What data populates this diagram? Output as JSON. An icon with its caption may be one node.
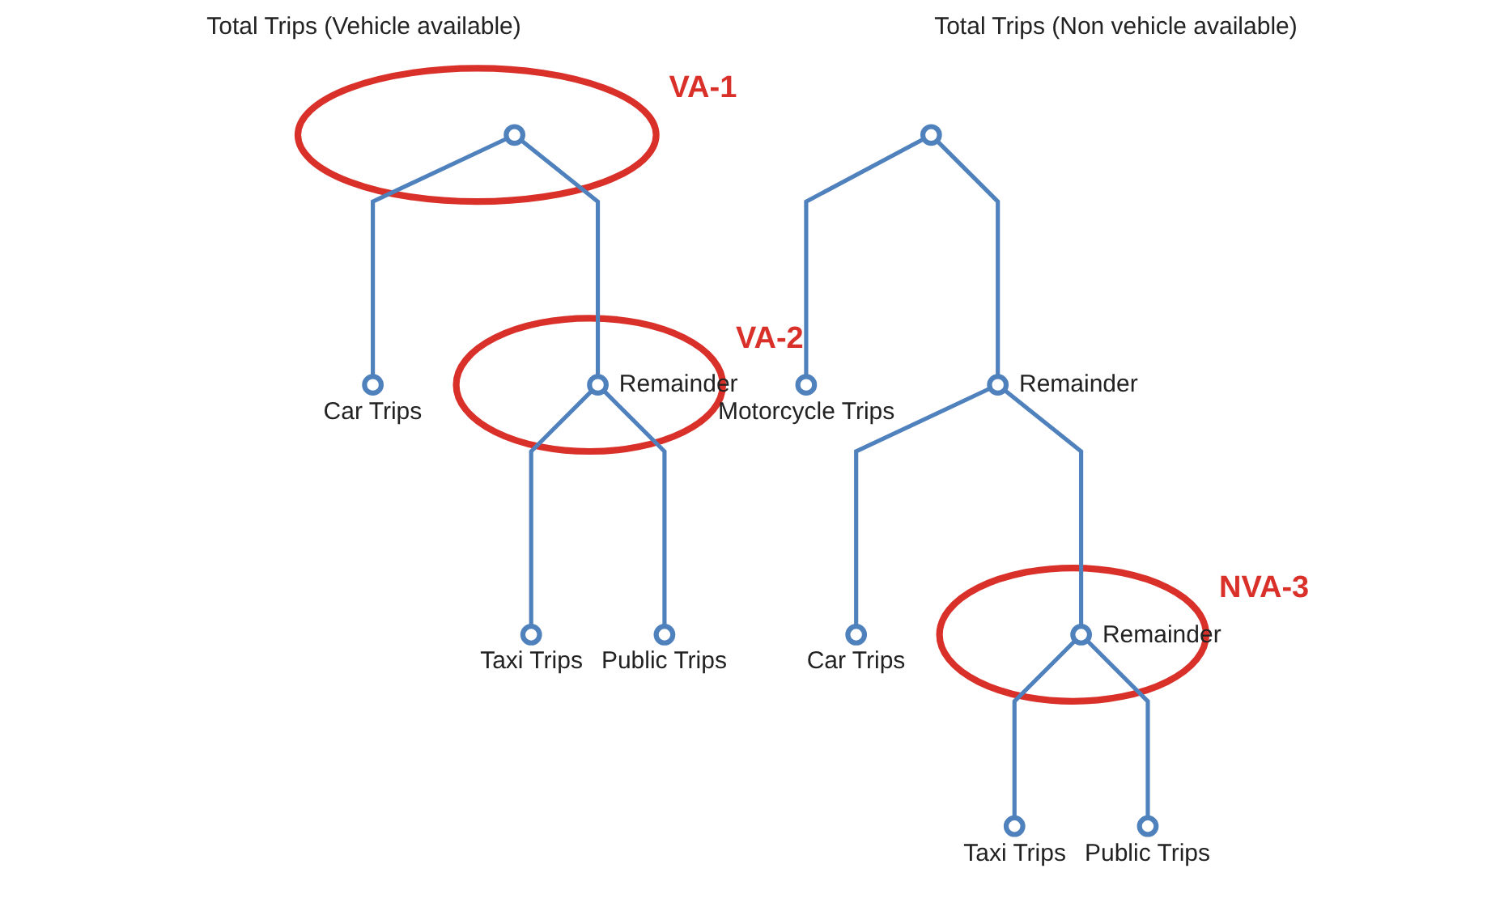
{
  "diagram": {
    "nodes": [
      {
        "text": [],
        "shape": "ellipse",
        "beside": [
          "VA-1"
        ]
      },
      {
        "text": [],
        "shape": "circle",
        "in": 0
      },
      {
        "text": [],
        "shape": "circle",
        "beside": [
          "Car Trips"
        ]
      },
      {
        "text": [],
        "shape": "ellipse",
        "beside": [
          "VA-2"
        ]
      },
      {
        "text": [],
        "shape": "circle",
        "in": 3,
        "beside": [
          "Remainder"
        ]
      },
      {
        "text": [],
        "shape": "circle",
        "beside": [
          "Taxi Trips"
        ]
      },
      {
        "text": [],
        "shape": "circle",
        "beside": [
          "Public Trips"
        ]
      },
      {
        "text": [],
        "shape": "circle"
      },
      {
        "text": [],
        "shape": "circle",
        "beside": [
          "Motorcycle Trips"
        ]
      },
      {
        "text": [],
        "shape": "circle",
        "beside": [
          "Remainder"
        ]
      },
      {
        "text": [],
        "shape": "circle",
        "beside": [
          "Car Trips"
        ]
      },
      {
        "text": [],
        "shape": "ellipse",
        "beside": [
          "NVA-3"
        ]
      },
      {
        "text": [],
        "shape": "circle",
        "in": 11,
        "beside": [
          "Remainder"
        ]
      },
      {
        "text": [],
        "shape": "circle",
        "beside": [
          "Taxi Trips"
        ]
      },
      {
        "text": [],
        "shape": "circle",
        "beside": [
          "Public Trips"
        ]
      }
    ],
    "edges": [
      {
        "from": 1,
        "to": 2,
        "arrow": "none"
      },
      {
        "from": 1,
        "to": 4,
        "arrow": "none"
      },
      {
        "from": 4,
        "to": 5,
        "arrow": "none"
      },
      {
        "from": 4,
        "to": 6,
        "arrow": "none"
      },
      {
        "from": 7,
        "to": 8,
        "arrow": "none"
      },
      {
        "from": 7,
        "to": 9,
        "arrow": "none"
      },
      {
        "from": 9,
        "to": 10,
        "arrow": "none"
      },
      {
        "from": 9,
        "to": 12,
        "arrow": "none"
      },
      {
        "from": 12,
        "to": 13,
        "arrow": "none"
      },
      {
        "from": 12,
        "to": 14,
        "arrow": "none"
      }
    ],
    "labels": [
      "Total Trips (Vehicle available)",
      "Total Trips (Non vehicle available)"
    ]
  }
}
